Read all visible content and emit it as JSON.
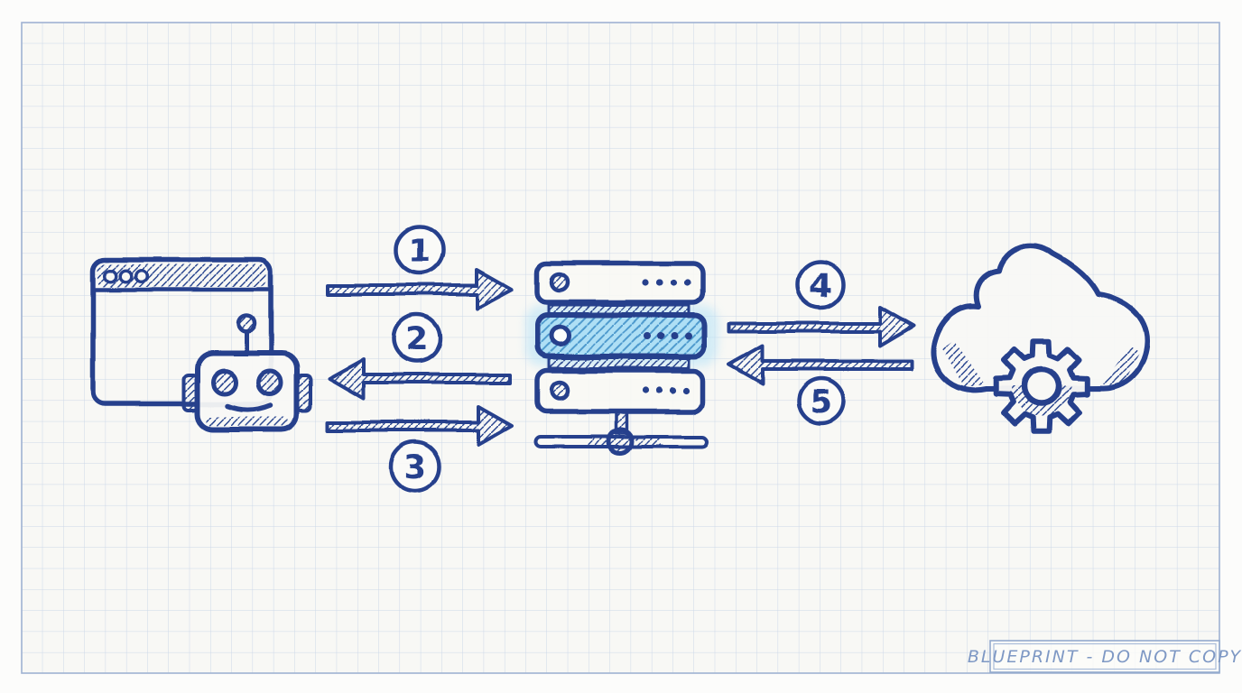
{
  "diagram": {
    "type": "hand-drawn architecture flow sketch on grid paper",
    "nodes": [
      {
        "id": "client",
        "icon": "browser-robot-icon"
      },
      {
        "id": "server",
        "icon": "server-stack-icon",
        "units": 3,
        "highlighted_unit": 2
      },
      {
        "id": "cloud",
        "icon": "cloud-gear-icon"
      }
    ],
    "flows": [
      {
        "step": "1",
        "from": "client",
        "to": "server",
        "direction": "right",
        "label_position": "above-arrow"
      },
      {
        "step": "2",
        "from": "server",
        "to": "client",
        "direction": "left",
        "label_position": "above-arrow"
      },
      {
        "step": "3",
        "from": "client",
        "to": "server",
        "direction": "right",
        "label_position": "below-arrow"
      },
      {
        "step": "4",
        "from": "server",
        "to": "cloud",
        "direction": "right",
        "label_position": "above-arrow"
      },
      {
        "step": "5",
        "from": "cloud",
        "to": "server",
        "direction": "left",
        "label_position": "below-arrow"
      }
    ]
  },
  "watermark": {
    "text": "BLUEPRINT - DO NOT COPY"
  },
  "colors": {
    "ink": "#26408c",
    "paper": "#f8f8f5",
    "margin": "#fcfcfb",
    "grid_line": "#ccd7e8",
    "grid_border": "#9fb2d2",
    "highlight_fill": "#aedff5",
    "highlight_hatch": "#4f9bce",
    "highlight_glow": "#b5e2f7",
    "watermark_ink": "#7e98c4",
    "watermark_border": "#93aacd"
  }
}
